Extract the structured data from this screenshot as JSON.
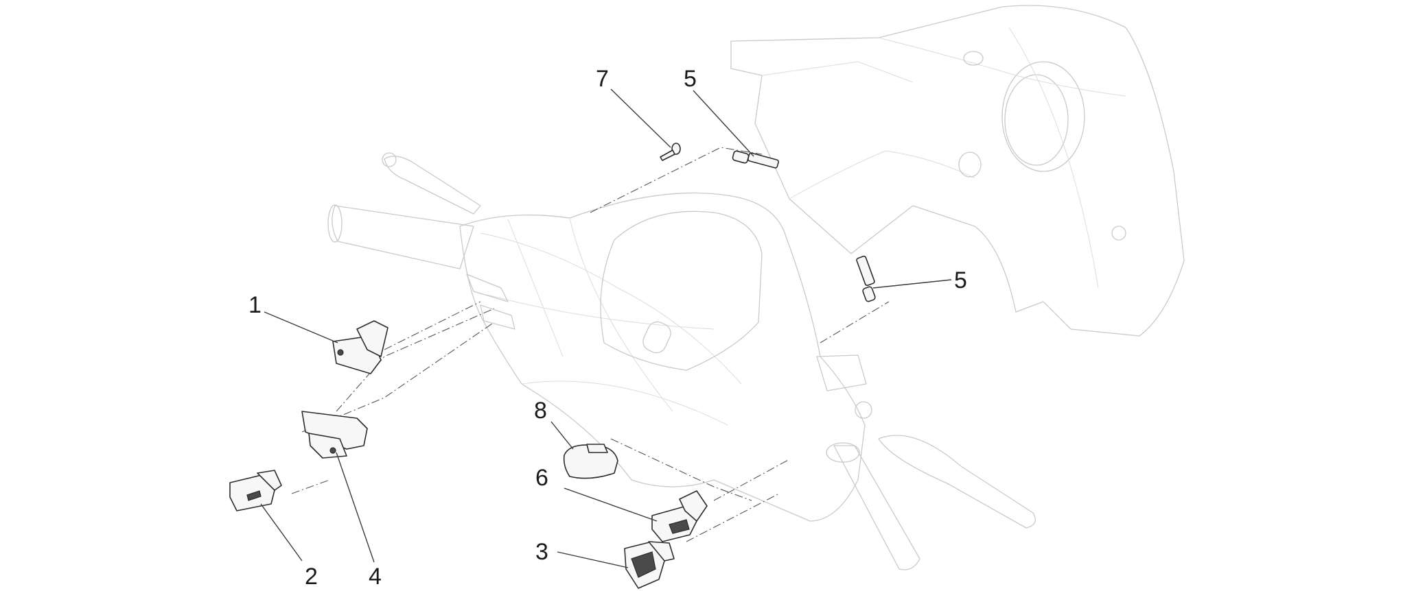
{
  "callouts": [
    {
      "id": "c1",
      "label": "1"
    },
    {
      "id": "c2",
      "label": "2"
    },
    {
      "id": "c3",
      "label": "3"
    },
    {
      "id": "c4",
      "label": "4"
    },
    {
      "id": "c5a",
      "label": "5"
    },
    {
      "id": "c5b",
      "label": "5"
    },
    {
      "id": "c6",
      "label": "6"
    },
    {
      "id": "c7",
      "label": "7"
    },
    {
      "id": "c8",
      "label": "8"
    }
  ]
}
